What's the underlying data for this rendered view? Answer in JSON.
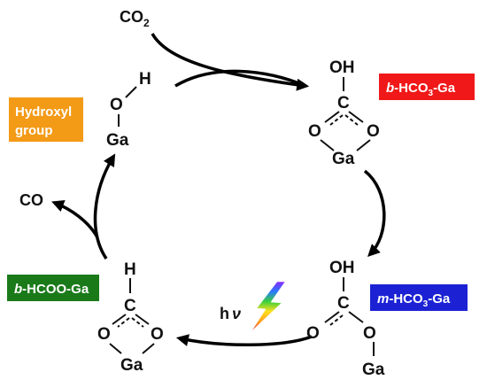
{
  "molecules": {
    "co2": {
      "main": "CO",
      "sub": "2"
    },
    "co": "CO",
    "hv": {
      "h": "h",
      "nu": "ν"
    }
  },
  "labels": {
    "hydroxyl": {
      "line1": "Hydroxyl",
      "line2": "group",
      "color": "#f39a16"
    },
    "b_hco3": {
      "prefix": "b",
      "main": "-HCO",
      "sub": "3",
      "suffix": "-Ga",
      "color": "#f01818"
    },
    "m_hco3": {
      "prefix": "m",
      "main": "-HCO",
      "sub": "3",
      "suffix": "-Ga",
      "color": "#1c22d4"
    },
    "b_hcoo": {
      "prefix": "b",
      "main": "-HCOO-Ga",
      "color": "#1a7a1a"
    }
  },
  "atoms": {
    "hydroxyl": {
      "h": "H",
      "o": "O",
      "ga": "Ga"
    },
    "b_hco3": {
      "oh": "OH",
      "c": "C",
      "o_left": "O",
      "o_right": "O",
      "ga": "Ga"
    },
    "m_hco3": {
      "oh": "OH",
      "c": "C",
      "o_left": "O",
      "o_right": "O",
      "ga": "Ga"
    },
    "b_hcoo": {
      "h": "H",
      "c": "C",
      "o_left": "O",
      "o_right": "O",
      "ga": "Ga"
    }
  },
  "colors": {
    "arrow": "#000000",
    "lightning": [
      "#ff2a2a",
      "#ffa020",
      "#ffe020",
      "#3ad03a",
      "#2a7aff",
      "#8a2aff"
    ]
  }
}
